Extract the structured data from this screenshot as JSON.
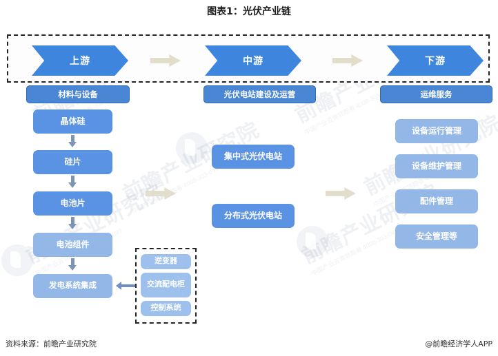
{
  "title": "图表1：光伏产业链",
  "chain": {
    "stages": [
      {
        "label": "上游",
        "header": "材料与设备"
      },
      {
        "label": "中游",
        "header": "光伏电站建设及运营"
      },
      {
        "label": "下游",
        "header": "运维服务"
      }
    ],
    "connector_icon": "right-arrow-icon"
  },
  "upstream": {
    "nodes": [
      {
        "label": "晶体硅"
      },
      {
        "label": "硅片"
      },
      {
        "label": "电池片"
      },
      {
        "label": "电池组件"
      },
      {
        "label": "发电系统集成"
      }
    ],
    "subgroup": {
      "items": [
        {
          "label": "逆变器"
        },
        {
          "label": "交流配电柜"
        },
        {
          "label": "控制系统"
        }
      ]
    }
  },
  "midstream": {
    "nodes": [
      {
        "label": "集中式光伏电站"
      },
      {
        "label": "分布式光伏电站"
      }
    ]
  },
  "downstream": {
    "nodes": [
      {
        "label": "设备运行管理"
      },
      {
        "label": "设备维护管理"
      },
      {
        "label": "配件管理"
      },
      {
        "label": "安全管理等"
      }
    ]
  },
  "footer": {
    "source": "资料来源：前瞻产业研究院",
    "credit": "@前瞻经济学人APP"
  },
  "watermark": {
    "text": "前瞻产业研究院",
    "sub": "中国产业咨询领跑者 4008-303-099"
  },
  "colors": {
    "chevron": "#3d85dd",
    "header_box": "#4a86d4",
    "node_box": "#5b93e4",
    "pale_box": "#93b8e8",
    "connector_beige": "#e3ddcb",
    "dashed_border": "#222222"
  }
}
